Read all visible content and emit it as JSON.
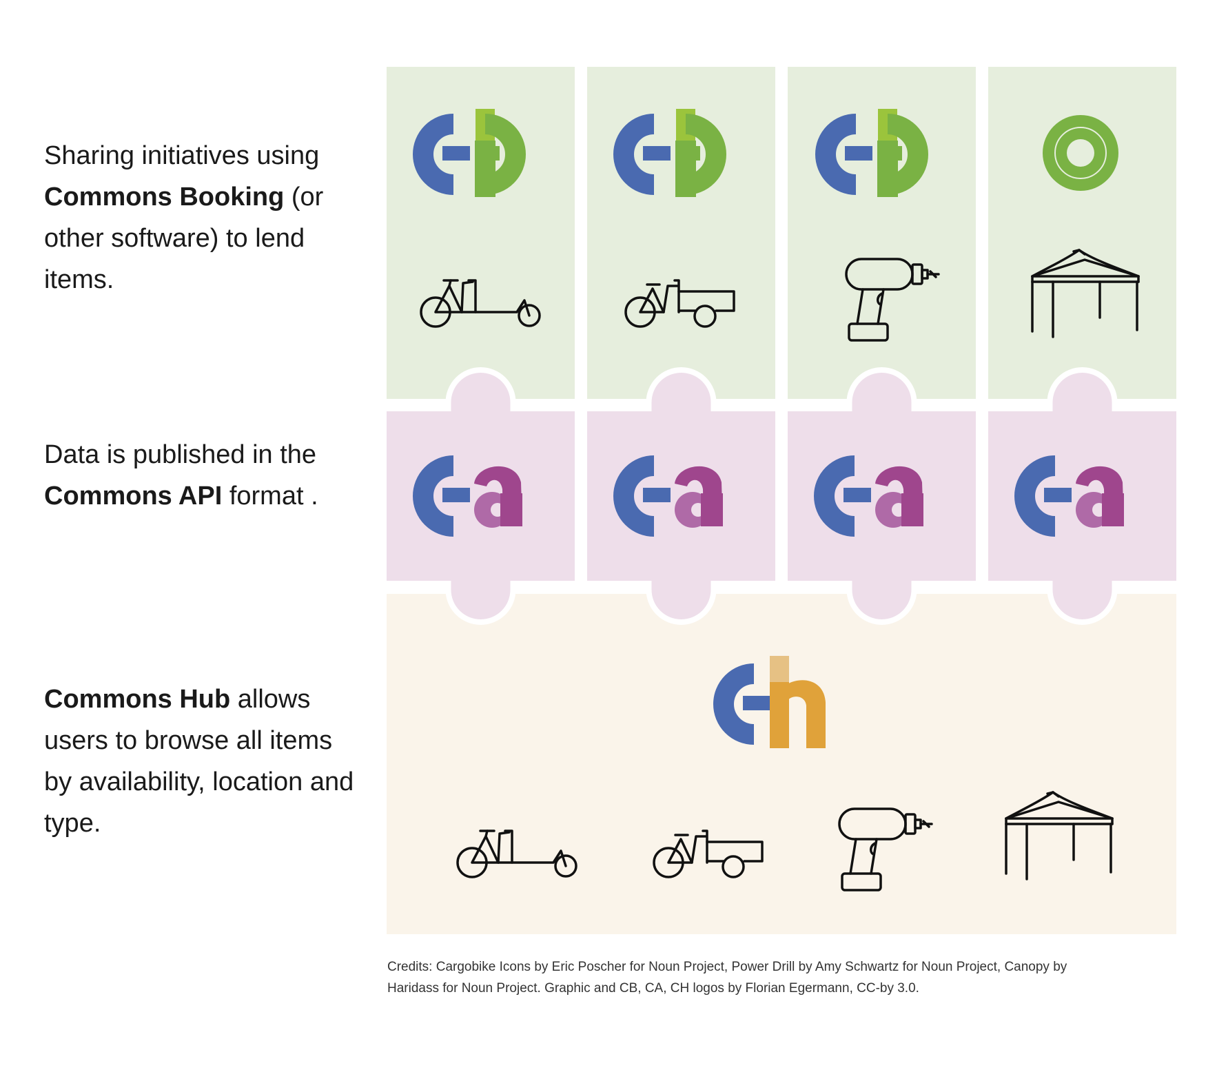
{
  "left_labels": {
    "sharing": {
      "part1": "Sharing initiatives using ",
      "bold1": "Commons Booking",
      "part2": " (or other software) to lend items."
    },
    "api": {
      "part1": "Data is published in the ",
      "bold1": "Commons API",
      "part2": " format ."
    },
    "hub": {
      "bold1": "Commons Hub",
      "part2": " allows users to browse all items by availability, location and type."
    }
  },
  "colors": {
    "cb_row_bg": "#e6eedd",
    "ca_row_bg": "#eedeea",
    "hub_bg": "#faf4ea",
    "logo_blue": "#4a6ab0",
    "logo_green": "#7ab244",
    "logo_green_light": "#9bc43c",
    "logo_purple": "#9f468d",
    "logo_purple_overlap": "#af6aa7",
    "logo_orange": "#e0a23a",
    "logo_orange_light": "#e6c184",
    "icon_stroke": "#111111"
  },
  "top_row_logos": [
    "cb-logo",
    "cb-logo",
    "cb-logo",
    "ring-logo"
  ],
  "top_row_icons": [
    "cargobike-icon",
    "cargobike-trailer-icon",
    "power-drill-icon",
    "canopy-icon"
  ],
  "middle_row_logos": [
    "ca-logo",
    "ca-logo",
    "ca-logo",
    "ca-logo"
  ],
  "hub_logo": "ch-logo",
  "hub_icons": [
    "cargobike-icon",
    "cargobike-trailer-icon",
    "power-drill-icon",
    "canopy-icon"
  ],
  "credits": {
    "line1": "Credits: Cargobike Icons by Eric Poscher for Noun Project, Power Drill by Amy Schwartz for Noun Project, Canopy by",
    "line2": "Haridass for Noun Project. Graphic and CB, CA, CH logos by Florian Egermann, CC-by 3.0."
  }
}
